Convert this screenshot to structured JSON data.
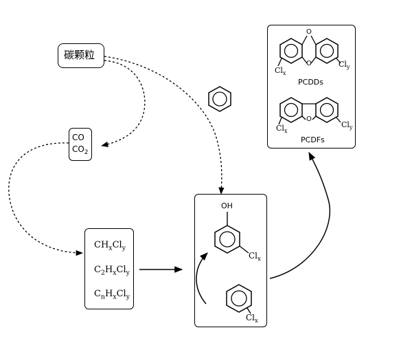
{
  "nodes": {
    "carbon": {
      "label": "碳颗粒"
    },
    "co": {
      "line1": "CO",
      "line2_main": "CO",
      "line2_sub": "2"
    },
    "chlorocarbons": {
      "f1": {
        "a": "CH",
        "b": "x",
        "c": "Cl",
        "d": "y"
      },
      "f2": {
        "a": "C",
        "b": "2",
        "c": "H",
        "d": "x",
        "e": "Cl",
        "f": "y"
      },
      "f3": {
        "a": "C",
        "b": "n",
        "c": "H",
        "d": "x",
        "e": "Cl",
        "f": "y"
      }
    },
    "phenol_box": {
      "oh": "OH",
      "phenol_cl": {
        "main": "Cl",
        "sub": "x"
      },
      "benzene_cl": {
        "main": "Cl",
        "sub": "x"
      }
    },
    "products": {
      "pcdd_label": "PCDDs",
      "pcdf_label": "PCDFs",
      "pcdd_clx": {
        "main": "Cl",
        "sub": "x"
      },
      "pcdd_cly": {
        "main": "Cl",
        "sub": "y"
      },
      "pcdf_clx": {
        "main": "Cl",
        "sub": "x"
      },
      "pcdf_cly": {
        "main": "Cl",
        "sub": "y"
      },
      "pcdd_o_top": "O",
      "pcdd_o_bottom": "O",
      "pcdf_o": "O"
    }
  },
  "colors": {
    "ink": "#000000",
    "background": "#ffffff"
  }
}
